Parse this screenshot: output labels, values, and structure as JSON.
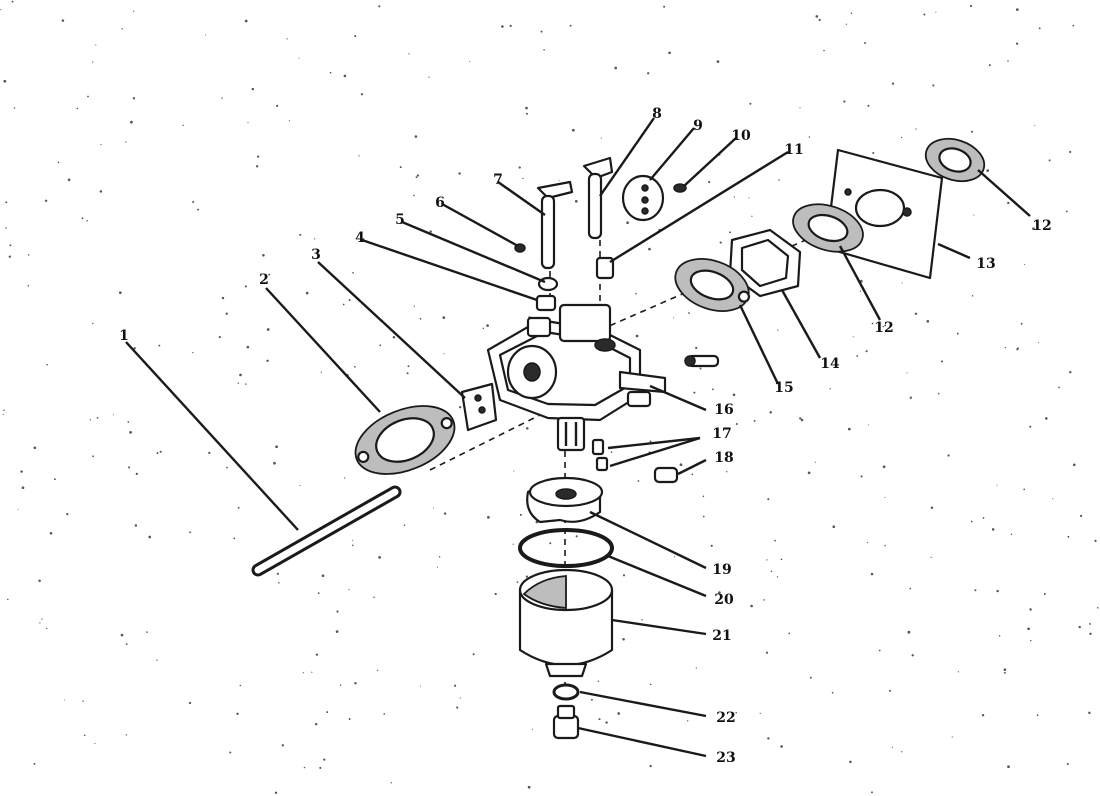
{
  "diagram": {
    "callouts": [
      {
        "id": "1",
        "label": "1"
      },
      {
        "id": "2",
        "label": "2"
      },
      {
        "id": "3",
        "label": "3"
      },
      {
        "id": "4",
        "label": "4"
      },
      {
        "id": "5",
        "label": "5"
      },
      {
        "id": "6",
        "label": "6"
      },
      {
        "id": "7",
        "label": "7"
      },
      {
        "id": "8",
        "label": "8"
      },
      {
        "id": "9",
        "label": "9"
      },
      {
        "id": "10",
        "label": "10"
      },
      {
        "id": "11",
        "label": "11"
      },
      {
        "id": "12a",
        "label": "12"
      },
      {
        "id": "12b",
        "label": "12"
      },
      {
        "id": "13",
        "label": "13"
      },
      {
        "id": "14",
        "label": "14"
      },
      {
        "id": "15",
        "label": "15"
      },
      {
        "id": "16",
        "label": "16"
      },
      {
        "id": "17",
        "label": "17"
      },
      {
        "id": "18",
        "label": "18"
      },
      {
        "id": "19",
        "label": "19"
      },
      {
        "id": "20",
        "label": "20"
      },
      {
        "id": "21",
        "label": "21"
      },
      {
        "id": "22",
        "label": "22"
      },
      {
        "id": "23",
        "label": "23"
      }
    ]
  }
}
